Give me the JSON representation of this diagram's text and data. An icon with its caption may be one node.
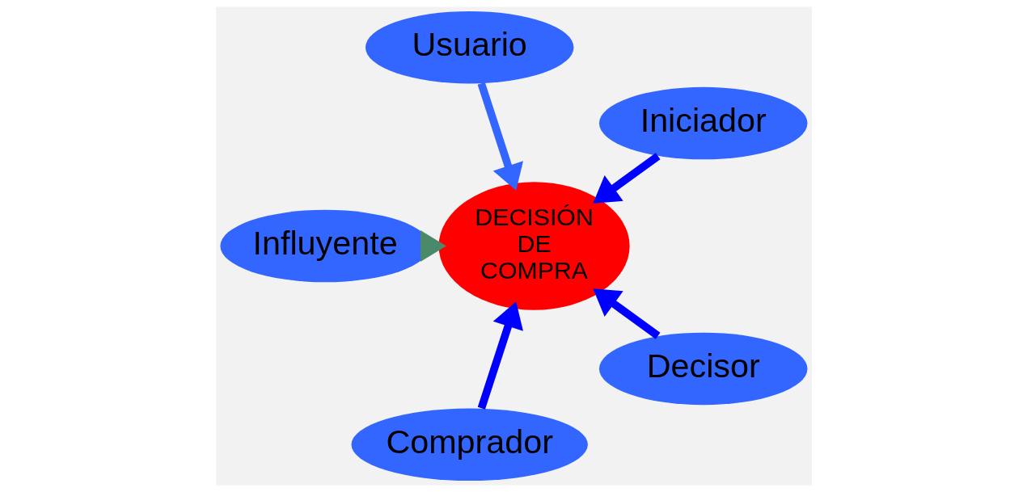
{
  "diagram": {
    "nodes": [
      {
        "text": [
          "Iniciador"
        ]
      },
      {
        "text": [
          "Usuario"
        ]
      },
      {
        "text": [
          "DECISIÓN DE COMPRA"
        ]
      },
      {
        "text": [
          "Influyente"
        ]
      },
      {
        "text": [
          "Comprador"
        ]
      },
      {
        "text": [
          "Decisor"
        ]
      }
    ],
    "edges": [
      {
        "from": 0,
        "to": 2,
        "arrow": "to"
      },
      {
        "from": 1,
        "to": 2,
        "arrow": "to",
        "color": "#3366ff"
      },
      {
        "from": 3,
        "to": 2,
        "arrow": "to",
        "color": "#4a8a6a"
      },
      {
        "from": 4,
        "to": 2,
        "arrow": "to"
      },
      {
        "from": 5,
        "to": 2,
        "arrow": "to"
      }
    ]
  }
}
